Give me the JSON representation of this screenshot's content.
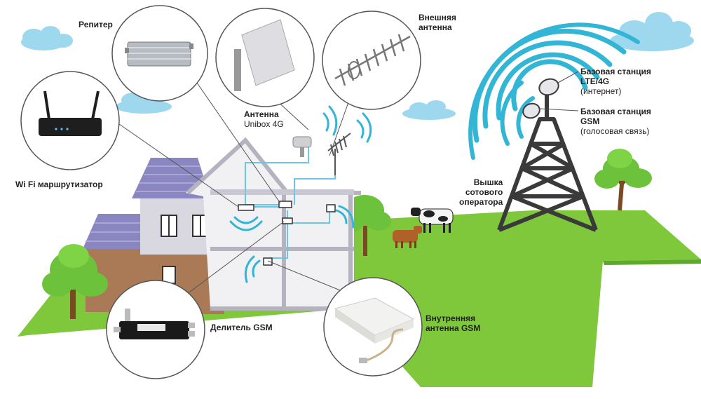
{
  "labels": {
    "repeater": "Репитер",
    "external_antenna_line1": "Внешняя",
    "external_antenna_line2": "антенна",
    "wifi_router": "Wi Fi маршрутизатор",
    "unibox_line1": "Антенна",
    "unibox_line2": "Unibox 4G",
    "bs_lte_line1": "Базовая станция",
    "bs_lte_line2": "LTE/4G",
    "bs_lte_line3": "(интернет)",
    "bs_gsm_line1": "Базовая станция",
    "bs_gsm_line2": "GSM",
    "bs_gsm_line3": "(голосовая связь)",
    "tower_line1": "Вышка",
    "tower_line2": "сотового",
    "tower_line3": "оператора",
    "splitter": "Делитель GSM",
    "internal_line1": "Внутренняя",
    "internal_line2": "антенна GSM"
  },
  "colors": {
    "signal": "#33b5d6",
    "grass": "#7fc73b",
    "grass_dark": "#5ea82a",
    "roof": "#8a86c2",
    "wall": "#e4e3e8",
    "cable": "#6ac8e6",
    "tower": "#3a3a3a",
    "cloud": "#9ed8ef",
    "tree_leaf": "#6cc23a"
  }
}
